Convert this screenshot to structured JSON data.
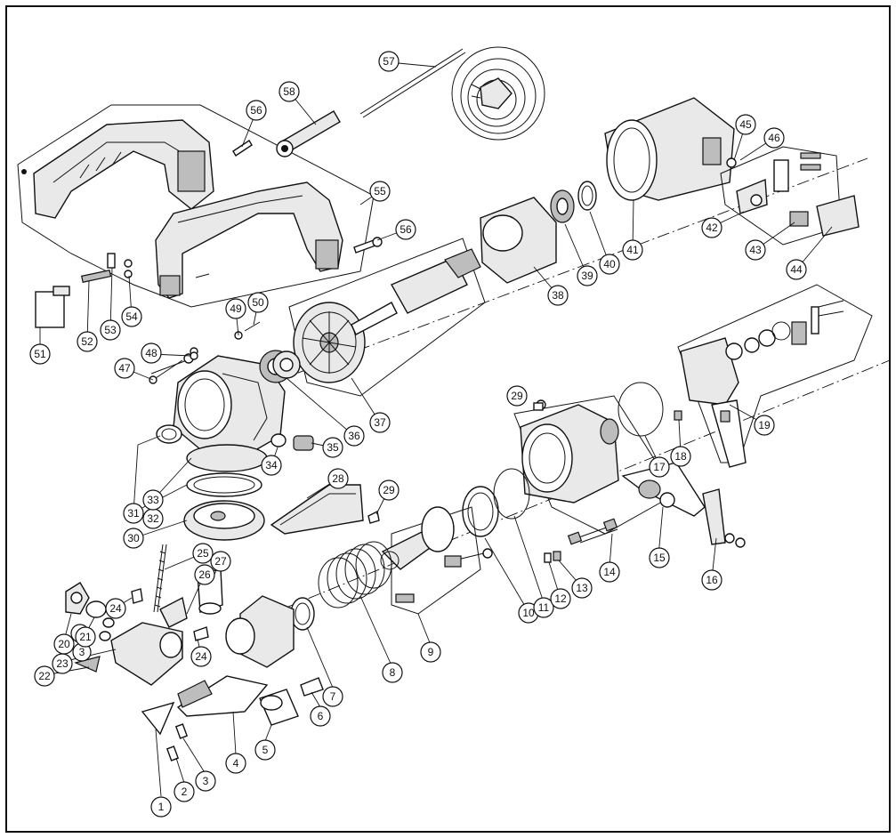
{
  "diagram": {
    "type": "exploded-parts-view",
    "callouts": [
      {
        "id": "c1",
        "label": "1"
      },
      {
        "id": "c2a",
        "label": "2"
      },
      {
        "id": "c2b",
        "label": "2"
      },
      {
        "id": "c3a",
        "label": "3"
      },
      {
        "id": "c3b",
        "label": "3"
      },
      {
        "id": "c4",
        "label": "4"
      },
      {
        "id": "c5",
        "label": "5"
      },
      {
        "id": "c6",
        "label": "6"
      },
      {
        "id": "c7",
        "label": "7"
      },
      {
        "id": "c8",
        "label": "8"
      },
      {
        "id": "c9",
        "label": "9"
      },
      {
        "id": "c10",
        "label": "10"
      },
      {
        "id": "c11",
        "label": "11"
      },
      {
        "id": "c12",
        "label": "12"
      },
      {
        "id": "c13",
        "label": "13"
      },
      {
        "id": "c14",
        "label": "14"
      },
      {
        "id": "c15",
        "label": "15"
      },
      {
        "id": "c16",
        "label": "16"
      },
      {
        "id": "c17",
        "label": "17"
      },
      {
        "id": "c18",
        "label": "18"
      },
      {
        "id": "c19",
        "label": "19"
      },
      {
        "id": "c20",
        "label": "20"
      },
      {
        "id": "c21",
        "label": "21"
      },
      {
        "id": "c22",
        "label": "22"
      },
      {
        "id": "c23",
        "label": "23"
      },
      {
        "id": "c24a",
        "label": "24"
      },
      {
        "id": "c24b",
        "label": "24"
      },
      {
        "id": "c25",
        "label": "25"
      },
      {
        "id": "c26",
        "label": "26"
      },
      {
        "id": "c27",
        "label": "27"
      },
      {
        "id": "c28",
        "label": "28"
      },
      {
        "id": "c29a",
        "label": "29"
      },
      {
        "id": "c29b",
        "label": "29"
      },
      {
        "id": "c30",
        "label": "30"
      },
      {
        "id": "c31",
        "label": "31"
      },
      {
        "id": "c32",
        "label": "32"
      },
      {
        "id": "c33",
        "label": "33"
      },
      {
        "id": "c34",
        "label": "34"
      },
      {
        "id": "c35",
        "label": "35"
      },
      {
        "id": "c36",
        "label": "36"
      },
      {
        "id": "c37",
        "label": "37"
      },
      {
        "id": "c38",
        "label": "38"
      },
      {
        "id": "c39",
        "label": "39"
      },
      {
        "id": "c40",
        "label": "40"
      },
      {
        "id": "c41",
        "label": "41"
      },
      {
        "id": "c42",
        "label": "42"
      },
      {
        "id": "c43",
        "label": "43"
      },
      {
        "id": "c44",
        "label": "44"
      },
      {
        "id": "c45",
        "label": "45"
      },
      {
        "id": "c46",
        "label": "46"
      },
      {
        "id": "c47",
        "label": "47"
      },
      {
        "id": "c48",
        "label": "48"
      },
      {
        "id": "c49",
        "label": "49"
      },
      {
        "id": "c50",
        "label": "50"
      },
      {
        "id": "c51",
        "label": "51"
      },
      {
        "id": "c52",
        "label": "52"
      },
      {
        "id": "c53",
        "label": "53"
      },
      {
        "id": "c54",
        "label": "54"
      },
      {
        "id": "c55",
        "label": "55"
      },
      {
        "id": "c56a",
        "label": "56"
      },
      {
        "id": "c56b",
        "label": "56"
      },
      {
        "id": "c57",
        "label": "57"
      },
      {
        "id": "c58",
        "label": "58"
      }
    ]
  }
}
